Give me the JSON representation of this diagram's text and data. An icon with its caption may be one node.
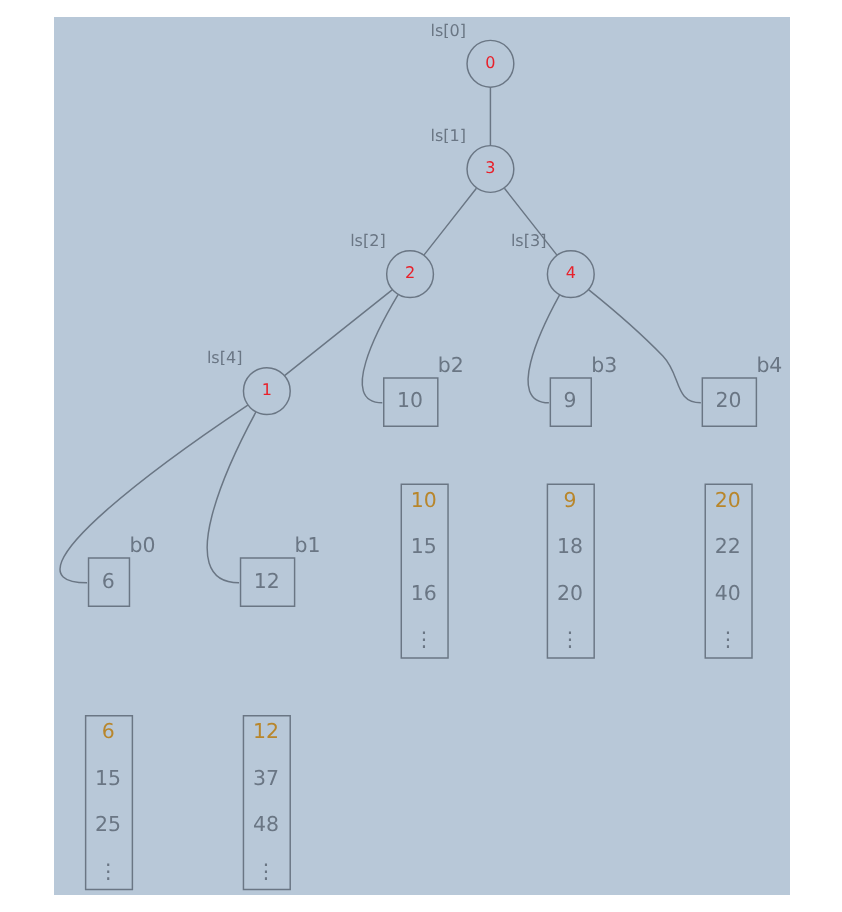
{
  "diagram": {
    "nodes": [
      {
        "text": [
          "0"
        ],
        "beside": [
          "ls[0]"
        ]
      },
      {
        "text": [
          "3"
        ],
        "beside": [
          "ls[1]"
        ]
      },
      {
        "text": [
          "2"
        ],
        "beside": [
          "ls[2]"
        ]
      },
      {
        "text": [
          "4"
        ],
        "beside": [
          "ls[3]"
        ]
      },
      {
        "text": [
          "1"
        ],
        "beside": [
          "ls[4]"
        ]
      },
      {
        "text": [
          "10"
        ],
        "beside": [
          "b2"
        ]
      },
      {
        "text": [
          "9"
        ],
        "beside": [
          "b3"
        ]
      },
      {
        "text": [
          "20"
        ],
        "beside": [
          "b4"
        ]
      },
      {
        "text": [
          "10",
          "15",
          "16",
          "⋮"
        ]
      },
      {
        "text": [
          "9",
          "18",
          "20",
          "⋮"
        ]
      },
      {
        "text": [
          "20",
          "22",
          "40",
          "⋮"
        ]
      },
      {
        "text": [
          "6"
        ],
        "beside": [
          "b0"
        ]
      },
      {
        "text": [
          "12"
        ],
        "beside": [
          "b1"
        ]
      },
      {
        "text": [
          "6",
          "15",
          "25",
          "⋮"
        ]
      },
      {
        "text": [
          "12",
          "37",
          "48",
          "⋮"
        ]
      }
    ],
    "edges": [
      {
        "from": 0,
        "to": 1,
        "arrow": "none"
      },
      {
        "from": 1,
        "to": 2,
        "arrow": "none"
      },
      {
        "from": 1,
        "to": 3,
        "arrow": "none"
      },
      {
        "from": 2,
        "to": 4,
        "arrow": "none"
      },
      {
        "from": 2,
        "to": 5,
        "arrow": "none"
      },
      {
        "from": 3,
        "to": 6,
        "arrow": "none"
      },
      {
        "from": 3,
        "to": 7,
        "arrow": "none"
      },
      {
        "from": 4,
        "to": 11,
        "arrow": "none"
      },
      {
        "from": 4,
        "to": 12,
        "arrow": "none"
      }
    ]
  }
}
